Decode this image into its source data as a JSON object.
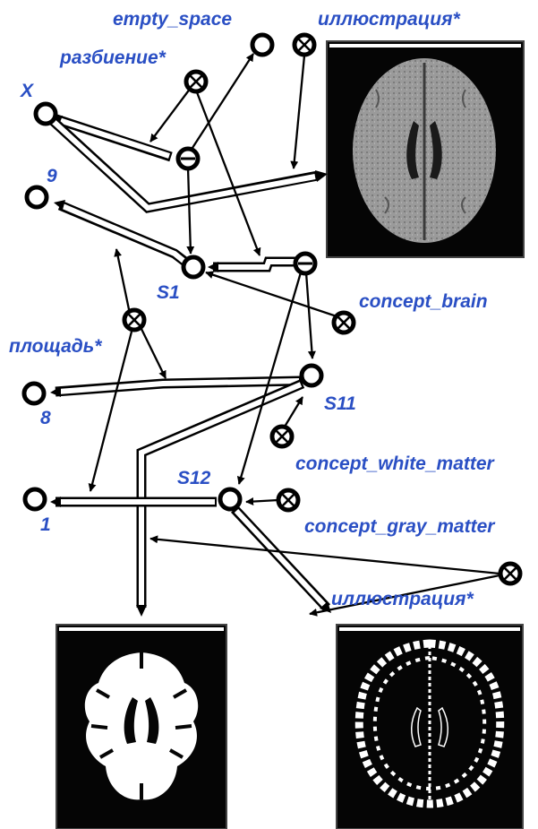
{
  "diagram": {
    "labels": {
      "x": "X",
      "n9": "9",
      "s1": "S1",
      "n8": "8",
      "s11": "S11",
      "s12": "S12",
      "n1": "1",
      "empty_space": "empty_space",
      "illustration_top": "иллюстрация*",
      "partition": "разбиение*",
      "concept_brain": "concept_brain",
      "area": "площадь*",
      "concept_white_matter": "concept_white_matter",
      "concept_gray_matter": "concept_gray_matter",
      "illustration_bottom": "иллюстрация*"
    },
    "images": {
      "top": "brain MRI axial slice, grayscale",
      "bottom_left": "brain white matter segmentation, white on black",
      "bottom_right": "brain gray matter segmentation, white outline on black"
    },
    "colors": {
      "label": "#2a4fc4",
      "line": "#000000",
      "background": "#ffffff"
    }
  }
}
